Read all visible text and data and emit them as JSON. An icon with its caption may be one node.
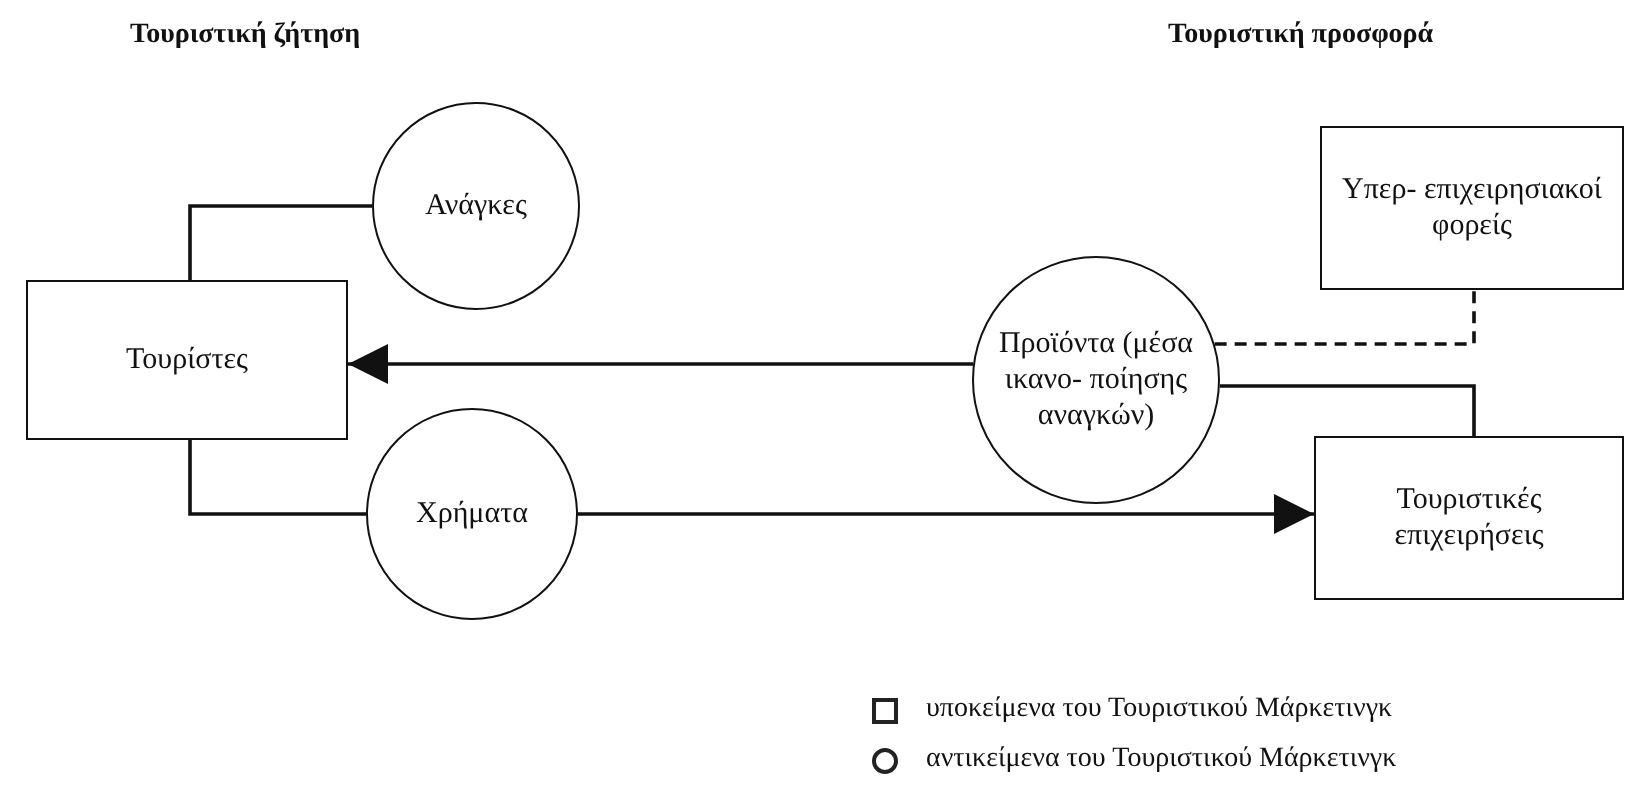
{
  "diagram": {
    "nodes": [
      {
        "text": [
          "Τουρίστες"
        ]
      },
      {
        "text": [
          "Ανάγκες"
        ]
      },
      {
        "text": [
          "Χρήματα"
        ]
      },
      {
        "text": [
          "Προϊόντα (μέσα ικανο- ποίησης αναγκών)"
        ]
      },
      {
        "text": [
          "Υπερ- επιχειρησιακοί φορείς"
        ]
      },
      {
        "text": [
          "Τουριστικές επιχειρήσεις"
        ]
      }
    ],
    "edges": [
      {
        "from": 0,
        "to": 1,
        "arrow": "none"
      },
      {
        "from": 0,
        "to": 2,
        "arrow": "none"
      },
      {
        "from": 3,
        "to": 0,
        "arrow": "to"
      },
      {
        "from": 2,
        "to": 5,
        "arrow": "to"
      },
      {
        "from": 3,
        "to": 4,
        "arrow": "none",
        "style": "dashed"
      },
      {
        "from": 3,
        "to": 5,
        "arrow": "none"
      }
    ],
    "labels": [
      "Τουριστική ζήτηση",
      "Τουριστική προσφορά"
    ],
    "legend": [
      {
        "text": "υποκείμενα του Τουριστικού Μάρκετινγκ"
      },
      {
        "text": "αντικείμενα του Τουριστικού Μάρκετινγκ"
      }
    ]
  }
}
